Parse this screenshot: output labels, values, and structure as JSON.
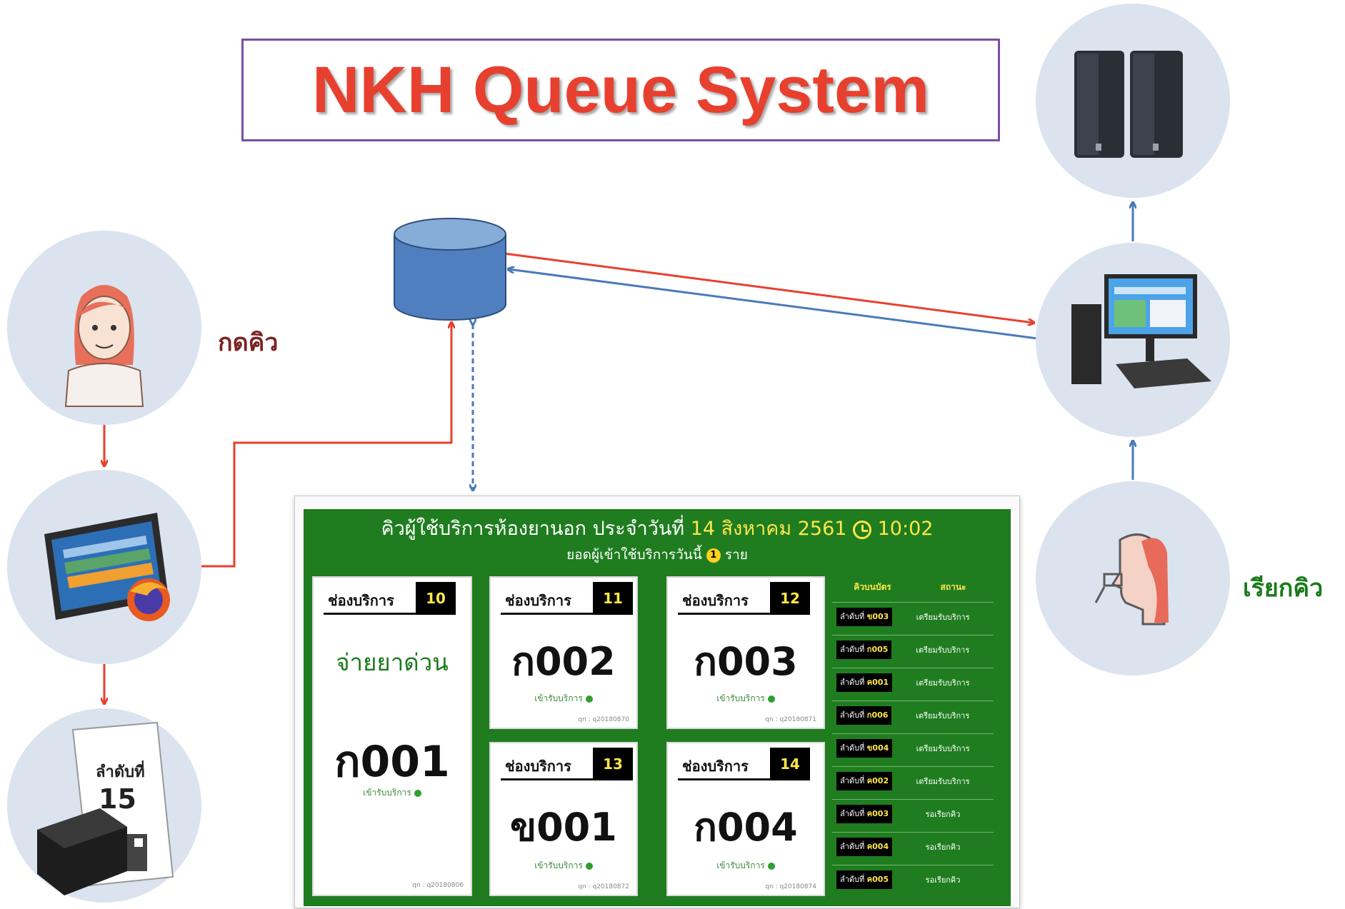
{
  "title": "NKH Queue System",
  "labels": {
    "press_queue": "กดคิว",
    "call_queue": "เรียกคิว"
  },
  "colors": {
    "title": "#e8402f",
    "red_arrow": "#e8402f",
    "blue_arrow": "#4a7ab8",
    "dashboard_bg": "#1f7d1f",
    "highlight": "#ffe64a"
  },
  "nodes": [
    "person-icon",
    "tablet-kiosk-icon",
    "ticket-printer-icon",
    "database-icon",
    "speakers-icon",
    "desktop-computer-icon",
    "caller-person-icon"
  ],
  "dashboard": {
    "title_prefix": "คิวผู้ใช้บริการห้องยานอก ประจำวันที่",
    "date": "14 สิงหาคม 2561",
    "time": "10:02",
    "subtitle_prefix": "ยอดผู้เข้าใช้บริการวันนี้",
    "count": "1",
    "subtitle_suffix": "ราย",
    "counter_label": "ช่องบริการ",
    "service_label": "เข้ารับบริการ",
    "counters": [
      {
        "number": "10",
        "queue": "ก001",
        "note": "จ่ายยาด่วน",
        "ref": "qn : q20180806"
      },
      {
        "number": "11",
        "queue": "ก002",
        "ref": "qn : q20180870"
      },
      {
        "number": "12",
        "queue": "ก003",
        "ref": "qn : q20180871"
      },
      {
        "number": "13",
        "queue": "ข001",
        "ref": "qn : q20180872"
      },
      {
        "number": "14",
        "queue": "ก004",
        "ref": "qn : q20180874"
      }
    ],
    "queue_table": {
      "headers": [
        "คิวบนบัตร",
        "สถานะ"
      ],
      "ticket_prefix": "ลำดับที่",
      "rows": [
        {
          "ticket": "ข003",
          "status": "เตรียมรับบริการ"
        },
        {
          "ticket": "ก005",
          "status": "เตรียมรับบริการ"
        },
        {
          "ticket": "ค001",
          "status": "เตรียมรับบริการ"
        },
        {
          "ticket": "ก006",
          "status": "เตรียมรับบริการ"
        },
        {
          "ticket": "ข004",
          "status": "เตรียมรับบริการ"
        },
        {
          "ticket": "ค002",
          "status": "เตรียมรับบริการ"
        },
        {
          "ticket": "ค003",
          "status": "รอเรียกคิว"
        },
        {
          "ticket": "ค004",
          "status": "รอเรียกคิว"
        },
        {
          "ticket": "ค005",
          "status": "รอเรียกคิว"
        }
      ]
    }
  },
  "ticket_slip": {
    "label": "ลำดับที่",
    "number": "15"
  }
}
